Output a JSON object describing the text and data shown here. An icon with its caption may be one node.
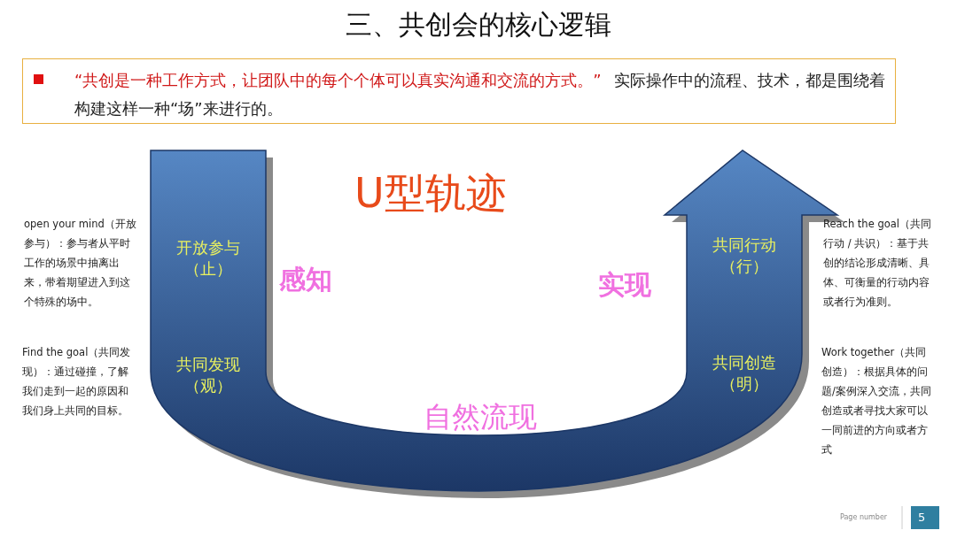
{
  "diagram": {
    "title": "三、共创会的核心逻辑",
    "nodes": [
      {
        "text": [
          "“共创是一种工作方式，让团队中的每个个体可以真实沟通和交流的方式。”",
          "实际操作中的流程、技术，都是围绕着构建这样一种“场”来进行的。"
        ]
      }
    ],
    "edges": [],
    "labels": [
      "U型轨迹",
      "open your mind（开放参与）：参与者从平时工作的场景中抽离出来，带着期望进入到这个特殊的场中。",
      "开放参与（止）",
      "感知",
      "实现",
      "共同行动（行）",
      "Reach the goal（共同行动 / 共识）：基于共创的结论形成清晰、具体、可衡量的行动内容或者行为准则。",
      "Find the goal（共同发现）：通过碰撞，了解我们走到一起的原因和我们身上共同的目标。",
      "共同发现（观）",
      "共同创造（明）",
      "Work together（共同创造）：根据具体的问题/案例深入交流，共同创造或者寻找大家可以一同前进的方向或者方式",
      "自然流现",
      "Page number",
      "5"
    ]
  }
}
